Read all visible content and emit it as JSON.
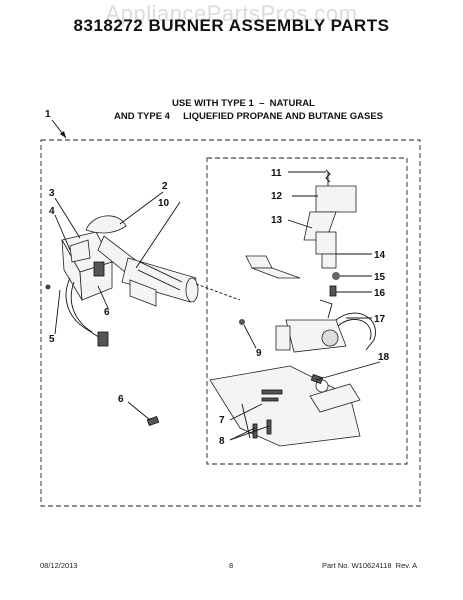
{
  "watermark": "AppliancePartsPros.com",
  "title": "8318272 BURNER ASSEMBLY PARTS",
  "subtitle": {
    "line1": "USE WITH TYPE 1  –  NATURAL",
    "line2": "AND TYPE 4     LIQUEFIED PROPANE AND BUTANE GASES"
  },
  "callouts": {
    "c1": "1",
    "c2": "2",
    "c3": "3",
    "c4": "4",
    "c5": "5",
    "c6a": "6",
    "c6b": "6",
    "c7": "7",
    "c8": "8",
    "c9": "9",
    "c10": "10",
    "c11": "11",
    "c12": "12",
    "c13": "13",
    "c14": "14",
    "c15": "15",
    "c16": "16",
    "c17": "17",
    "c18": "18"
  },
  "footer": {
    "date": "08/12/2013",
    "page": "8",
    "part_no": "Part No. W10624118  Rev. A"
  }
}
